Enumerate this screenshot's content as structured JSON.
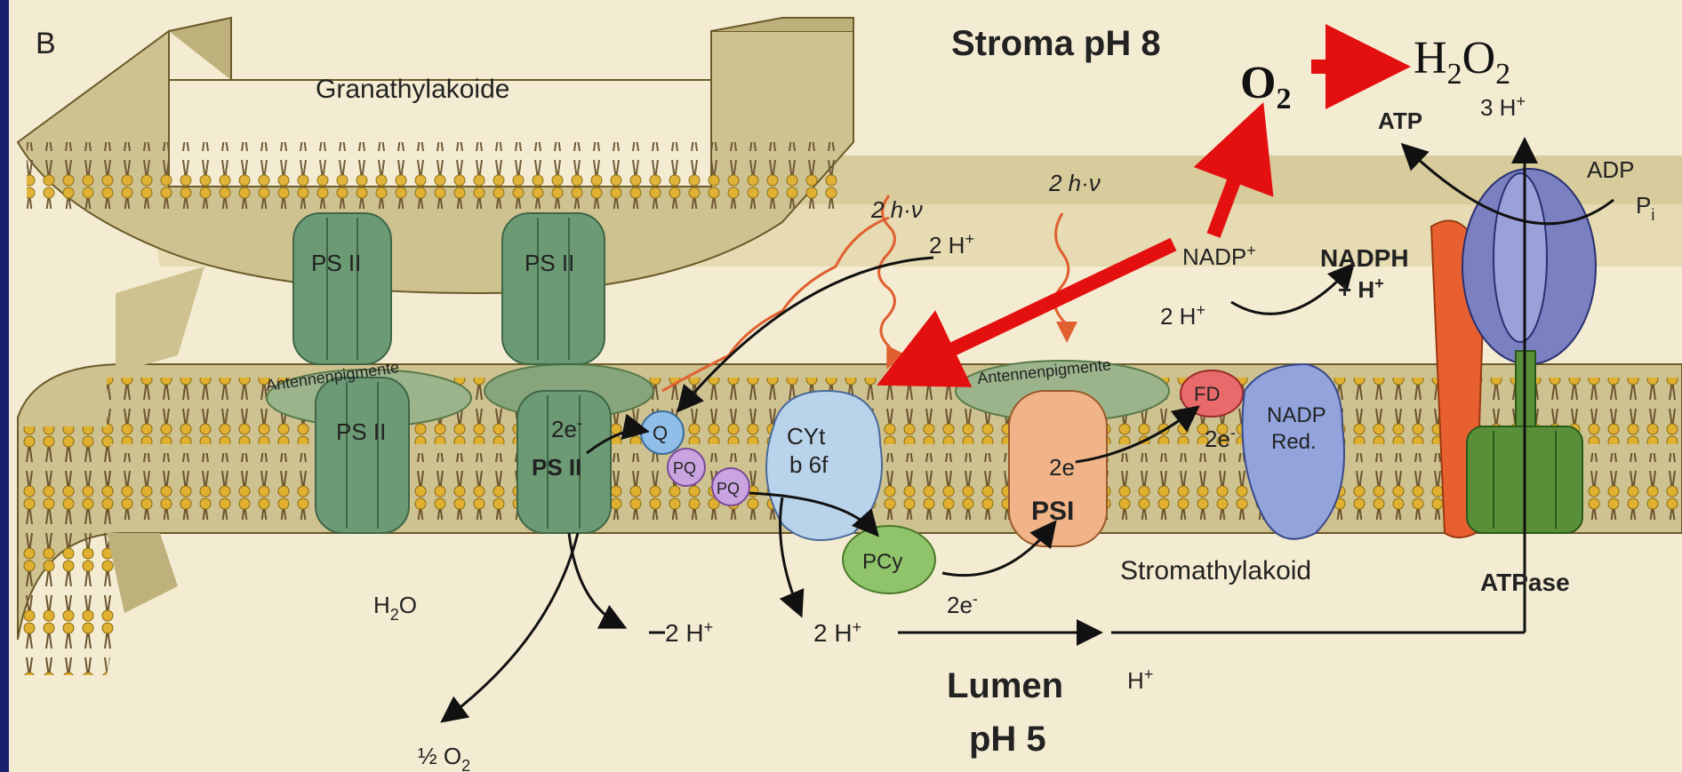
{
  "panel_label": "B",
  "labels": {
    "granathylakoide": "Granathylakoide",
    "stromathylakoid": "Stromathylakoid",
    "stroma_ph": "Stroma pH 8",
    "lumen": "Lumen",
    "lumen_ph": "pH 5",
    "lumen_h": "H",
    "lumen_h_sup": "+",
    "antenna_left": "Antennenpigmente",
    "antenna_right": "Antennenpigmente"
  },
  "complexes": {
    "ps2": "PS II",
    "q": "Q",
    "pq": "PQ",
    "cyt_line1": "CYt",
    "cyt_line2": "b 6f",
    "pcy": "PCy",
    "psi": "PSI",
    "fd": "FD",
    "nadp_red_line1": "NADP",
    "nadp_red_line2": "Red.",
    "atpase": "ATPase"
  },
  "reaction_labels": {
    "light_left": "2 h·ν",
    "light_right": "2 h·ν",
    "proton_in": "2 H",
    "e2": "2e",
    "e_sup": "-",
    "h2o_h": "H",
    "h2o_sub": "2",
    "h2o_o": "O",
    "half_o2": "½ O",
    "half_o2_sub": "2",
    "h_lumen_a": "2 H",
    "h_lumen_b": "2 H",
    "h_sup": "+",
    "nadp": "NADP",
    "nadp_2h": "2 H",
    "nadph": "NADPH",
    "nadph_h": "+ H",
    "atp": "ATP",
    "three_h": "3 H",
    "adp": "ADP",
    "pi": "P",
    "pi_sub": "i"
  },
  "annotation": {
    "o2": "O",
    "o2_sub": "2",
    "h2o2_h": "H",
    "h2o2_sub1": "2",
    "h2o2_o": "O",
    "h2o2_sub2": "2"
  },
  "colors": {
    "background": "#1a1f6b",
    "paper": "#f4ecd2",
    "membrane": "#cfc291",
    "lipid_head": "#e0b030",
    "photosystem": "#6b9a74",
    "cytochrome": "#b9d3ea",
    "plastocyanin": "#8fc46b",
    "psi": "#f0b488",
    "ferredoxin": "#e86a6a",
    "nadp_reductase": "#93a4dc",
    "atpase": "#5a8f3a",
    "annotation_arrow": "#e41010"
  }
}
